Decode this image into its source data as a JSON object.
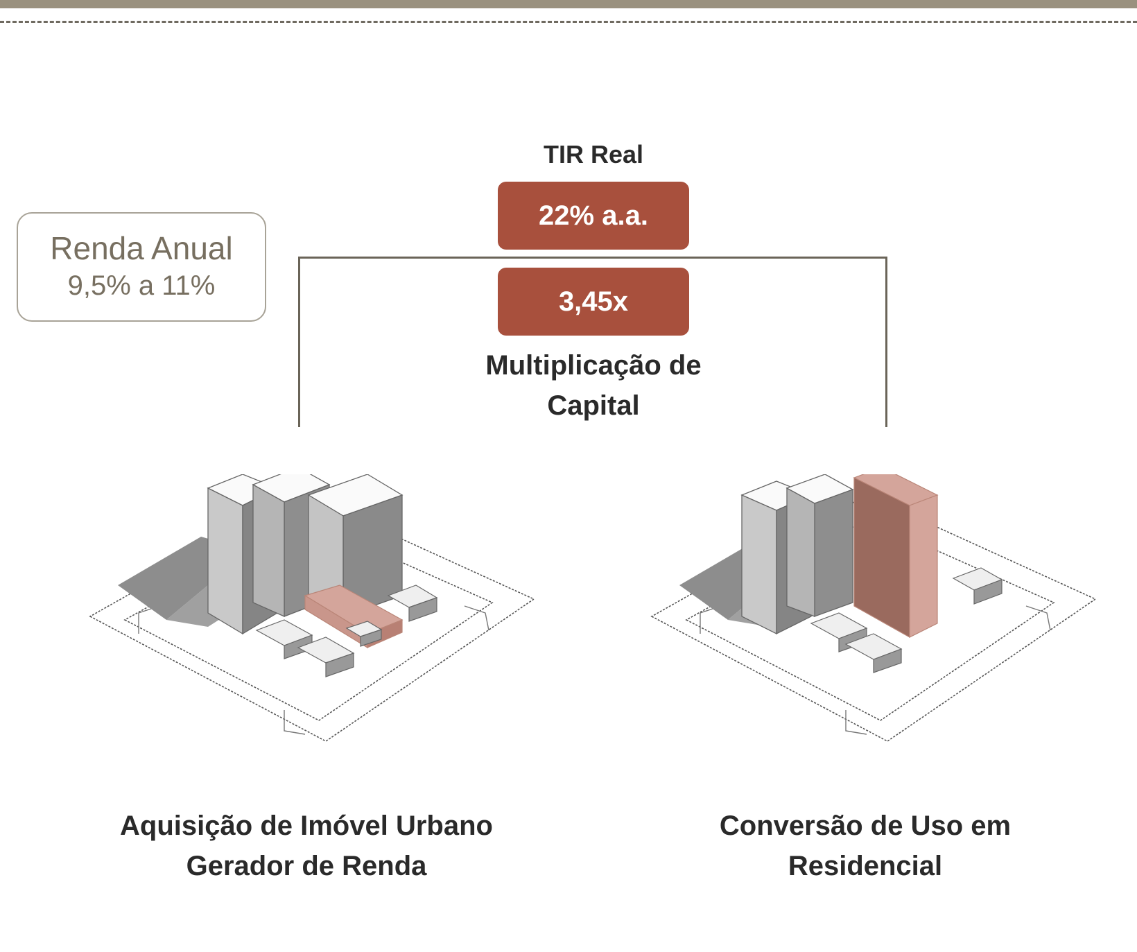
{
  "renda": {
    "title": "Renda Anual",
    "value": "9,5% a 11%"
  },
  "tir": {
    "label": "TIR Real",
    "value": "22% a.a."
  },
  "multiplicacao": {
    "value": "3,45x",
    "label_line1": "Multiplicação de",
    "label_line2": "Capital"
  },
  "scenarios": [
    {
      "caption_line1": "Aquisição de Imóvel Urbano",
      "caption_line2": "Gerador de Renda",
      "highlight": "low-rise"
    },
    {
      "caption_line1": "Conversão de Uso em",
      "caption_line2": "Residencial",
      "highlight": "tower"
    }
  ],
  "colors": {
    "accent": "#a8503d",
    "highlight": "#d4a59b",
    "text_muted": "#776f60",
    "band": "#9a917f"
  }
}
